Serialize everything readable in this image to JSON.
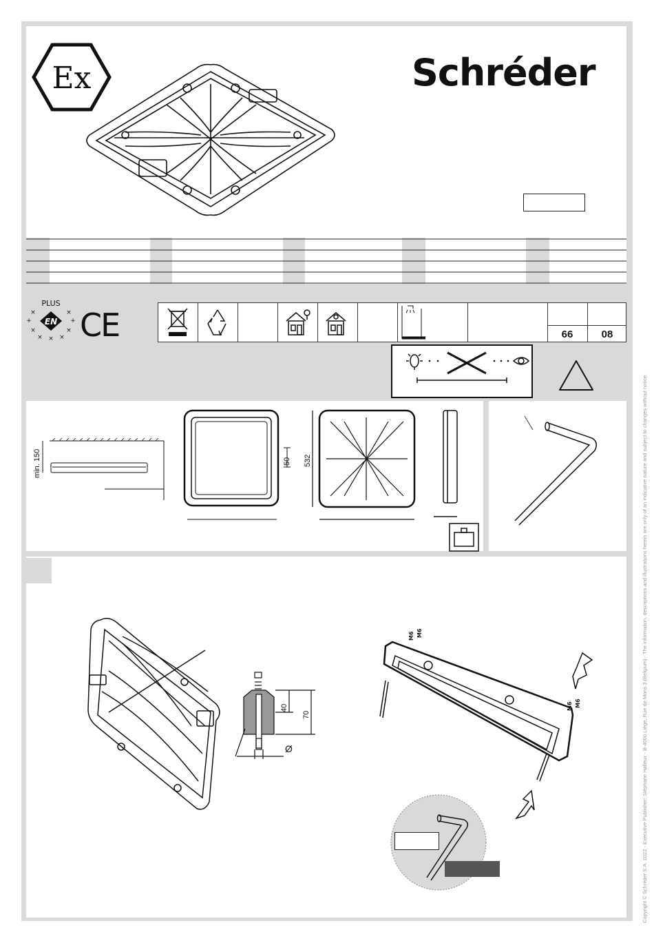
{
  "brand": {
    "name": "Schréder",
    "ex_mark": "Ex"
  },
  "certifications": {
    "enec_plus": "PLUS",
    "enec": "EN",
    "ce": "CE"
  },
  "icon_table": {
    "icons": [
      "weee-icon",
      "recycle-icon",
      "",
      "indoor-icon",
      "indoor-icon",
      "",
      "ip-rating-icon"
    ],
    "ip_first_digit": "66",
    "ip_second_digit": "08"
  },
  "dimensions": {
    "mounting_distance": "min. 150",
    "depth": "50",
    "height": "532",
    "rod_depth": "40",
    "hole_depth": "70",
    "diameter": "Ø"
  },
  "copyright": "Copyright © Schréder S.A. 2022 - Executive Publisher: Stéphane Halleux - B-4000 Liège, Rue de Mons 3 (Belgium) - The information, descriptions and illustrations herein are only of an indicative nature and subject to changes without notice."
}
